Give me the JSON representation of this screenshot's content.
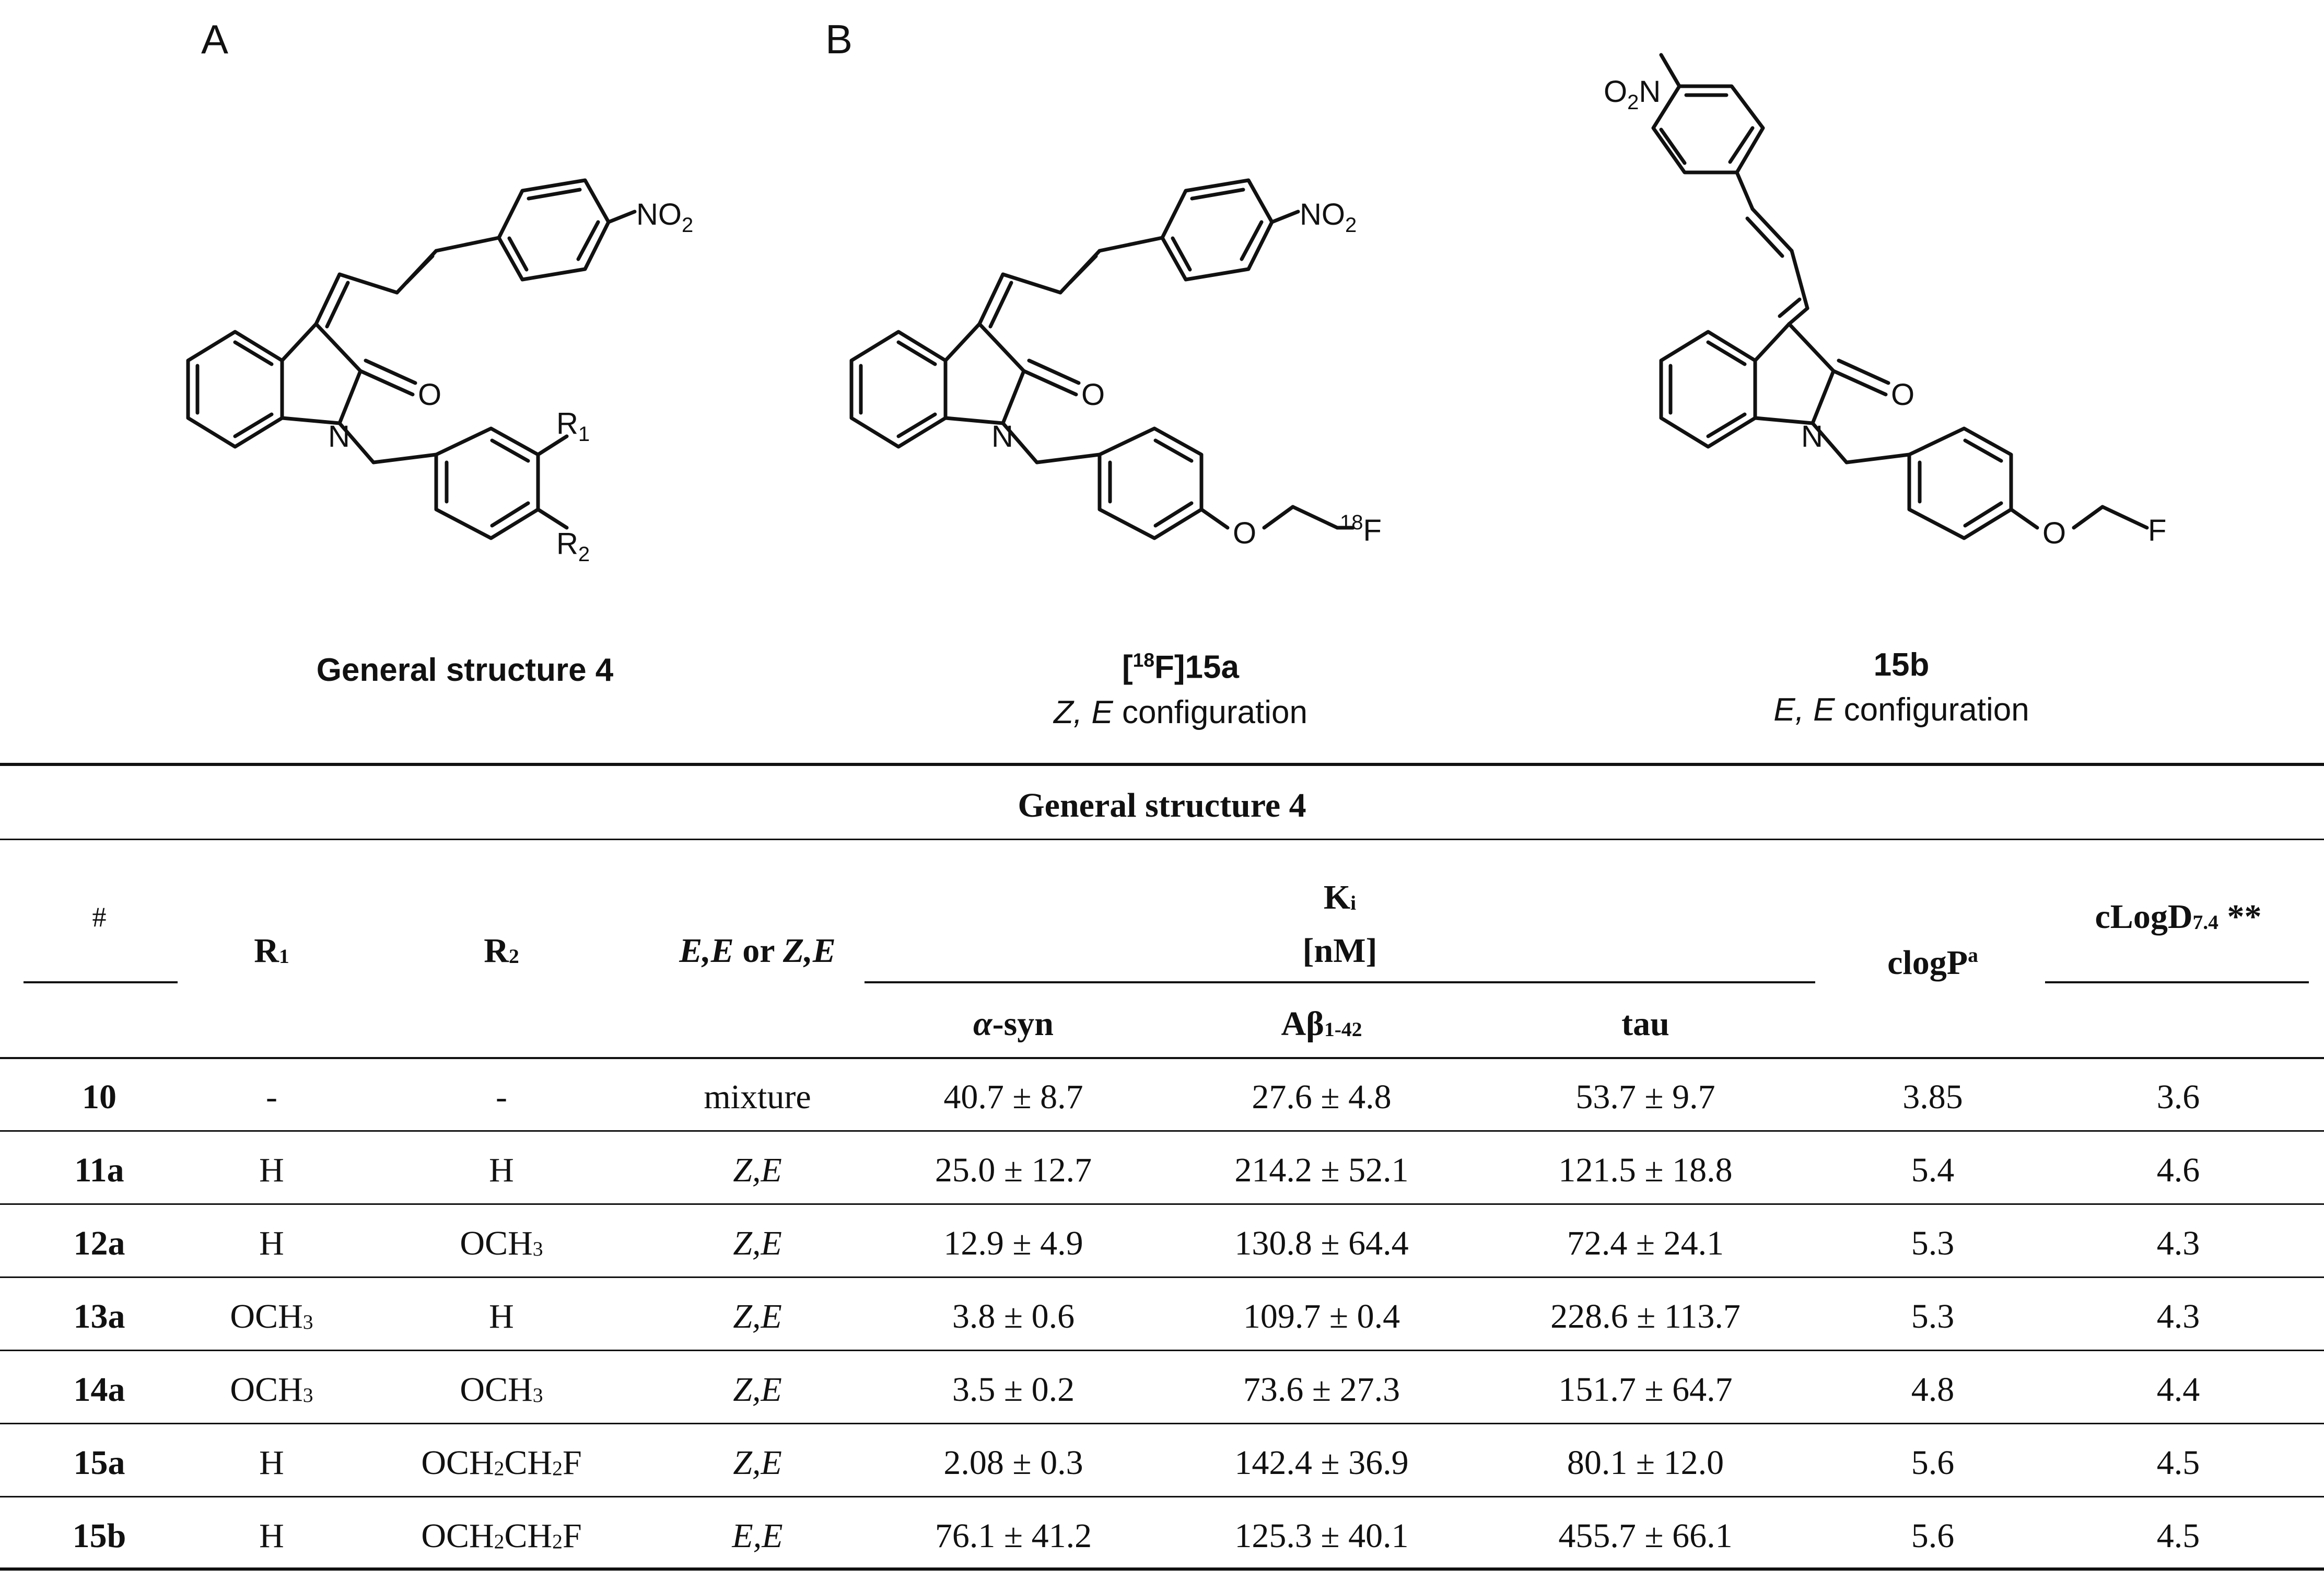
{
  "panels": {
    "a_label": "A",
    "b_label": "B"
  },
  "molecules": {
    "general": {
      "caption": "General structure 4",
      "nitro_label": "NO",
      "nitro_sub": "2",
      "oxo_label": "O",
      "n_label": "N",
      "r1_label": "R",
      "r1_sub": "1",
      "r2_label": "R",
      "r2_sub": "2"
    },
    "m15a": {
      "caption_open": "[",
      "caption_sup": "18",
      "caption_rest": "F]15a",
      "config_italic": "Z, E",
      "config_text": " configuration",
      "nitro_label": "NO",
      "nitro_sub": "2",
      "oxo_label": "O",
      "n_label": "N",
      "ether_o": "O",
      "f_sup": "18",
      "f_label": "F"
    },
    "m15b": {
      "caption": "15b",
      "config_italic": "E, E",
      "config_text": " configuration",
      "nitro_pre": "O",
      "nitro_sub": "2",
      "nitro_post": "N",
      "oxo_label": "O",
      "n_label": "N",
      "ether_o": "O",
      "f_label": "F"
    }
  },
  "table": {
    "title": "General structure 4",
    "headers": {
      "num": "#",
      "r1": "R",
      "r1_sub": "1",
      "r2": "R",
      "r2_sub": "2",
      "config_a": "E,E",
      "config_or": " or ",
      "config_b": "Z,E",
      "ki": "K",
      "ki_sub": "i",
      "ki_unit": "[nM]",
      "asyn": "α",
      "asyn_rest": "-syn",
      "abeta": "Aβ",
      "abeta_sub": "1-42",
      "tau": "tau",
      "clogp": "clogP",
      "clogp_sup": "a",
      "clogd": "cLogD",
      "clogd_sub": "7.4",
      "clogd_sup": " **"
    },
    "rows": [
      {
        "id": "10",
        "r1": "-",
        "r2": "-",
        "config": "mixture",
        "asyn": "40.7 ± 8.7",
        "abeta": "27.6 ± 4.8",
        "tau": "53.7 ± 9.7",
        "clogp": "3.85",
        "clogd": "3.6"
      },
      {
        "id": "11a",
        "r1": "H",
        "r2": "H",
        "config": "Z,E",
        "asyn": "25.0 ± 12.7",
        "abeta": "214.2 ± 52.1",
        "tau": "121.5 ± 18.8",
        "clogp": "5.4",
        "clogd": "4.6"
      },
      {
        "id": "12a",
        "r1": "H",
        "r2": "OCH",
        "r2_sub": "3",
        "config": "Z,E",
        "asyn": "12.9 ± 4.9",
        "abeta": "130.8 ± 64.4",
        "tau": "72.4 ± 24.1",
        "clogp": "5.3",
        "clogd": "4.3"
      },
      {
        "id": "13a",
        "r1": "OCH",
        "r1_sub": "3",
        "r2": "H",
        "config": "Z,E",
        "asyn": "3.8 ± 0.6",
        "abeta": "109.7 ± 0.4",
        "tau": "228.6 ± 113.7",
        "clogp": "5.3",
        "clogd": "4.3"
      },
      {
        "id": "14a",
        "r1": "OCH",
        "r1_sub": "3",
        "r2": "OCH",
        "r2_sub": "3",
        "config": "Z,E",
        "asyn": "3.5 ± 0.2",
        "abeta": "73.6 ± 27.3",
        "tau": "151.7 ± 64.7",
        "clogp": "4.8",
        "clogd": "4.4"
      },
      {
        "id": "15a",
        "r1": "H",
        "r2": "OCH2CH2F",
        "config": "Z,E",
        "asyn": "2.08 ± 0.3",
        "abeta": "142.4 ± 36.9",
        "tau": "80.1 ± 12.0",
        "clogp": "5.6",
        "clogd": "4.5"
      },
      {
        "id": "15b",
        "r1": "H",
        "r2": "OCH2CH2F",
        "config": "E,E",
        "asyn": "76.1 ± 41.2",
        "abeta": "125.3 ± 40.1",
        "tau": "455.7 ± 66.1",
        "clogp": "5.6",
        "clogd": "4.5"
      }
    ]
  }
}
